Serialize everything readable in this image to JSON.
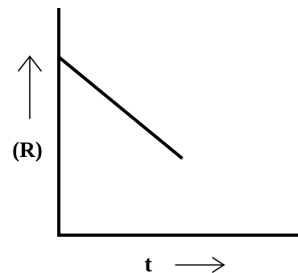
{
  "chart_data": {
    "type": "line",
    "title": "",
    "xlabel": "t",
    "ylabel": "(R)",
    "grid": false,
    "legend": "none",
    "xlim": [
      0,
      10
    ],
    "ylim": [
      0,
      10
    ],
    "series": [
      {
        "x": [
          0,
          5.2
        ],
        "y": [
          7.9,
          3.4
        ]
      }
    ],
    "colors": {
      "axis": "#000000",
      "line": "#000000"
    }
  }
}
